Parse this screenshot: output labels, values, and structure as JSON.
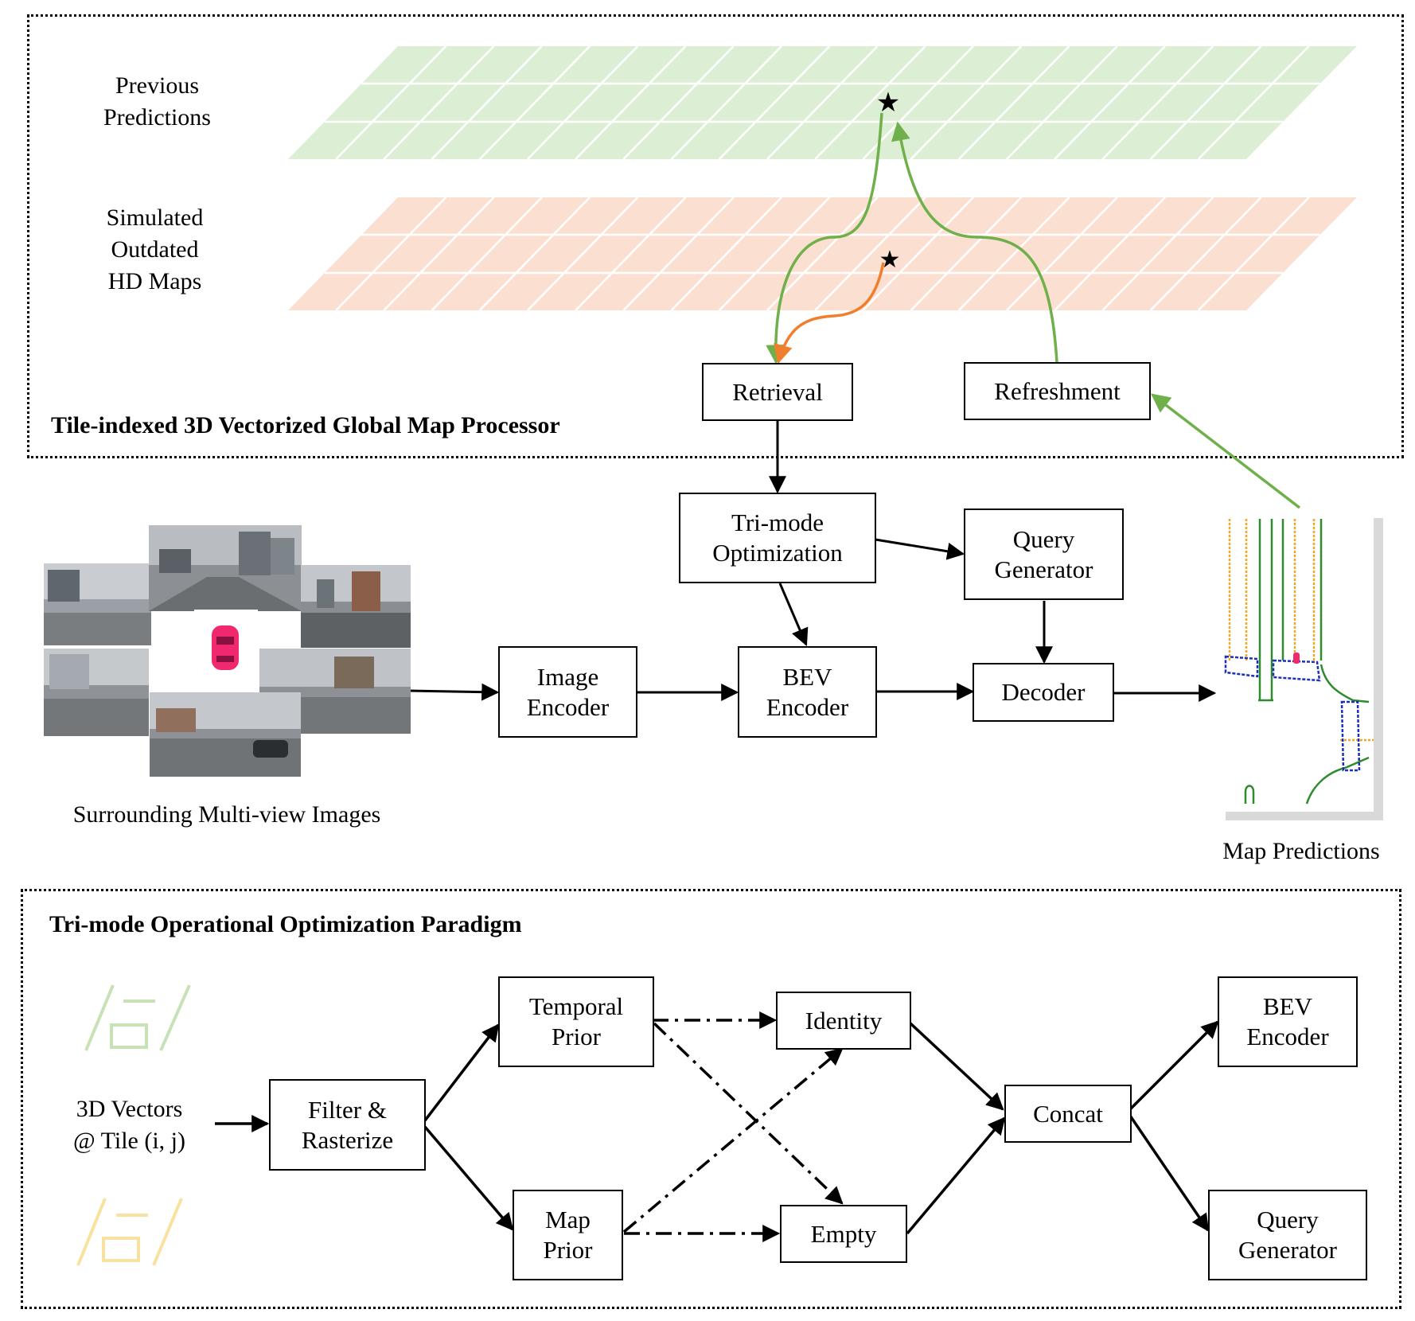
{
  "top_section": {
    "title": "Tile-indexed 3D Vectorized Global Map Processor",
    "layer_previous_label": "Previous\nPredictions",
    "layer_outdated_label": "Simulated\nOutdated\nHD Maps",
    "retrieval_label": "Retrieval",
    "refreshment_label": "Refreshment",
    "colors": {
      "previous_layer": "#dcefd4",
      "outdated_layer": "#fbe0d2",
      "green_arrow": "#6fb04a",
      "orange_arrow": "#ef7f2c"
    }
  },
  "pipeline": {
    "images_caption": "Surrounding Multi-view Images",
    "tri_mode_label": "Tri-mode\nOptimization",
    "query_generator_label": "Query\nGenerator",
    "image_encoder_label": "Image\nEncoder",
    "bev_encoder_label": "BEV\nEncoder",
    "decoder_label": "Decoder",
    "map_predictions_caption": "Map Predictions",
    "colors": {
      "ego_car": "#f0286e",
      "lane_orange": "#f5a623",
      "lane_green": "#2e8b2e",
      "lane_blue": "#1c2fb8"
    }
  },
  "bottom_section": {
    "title": "Tri-mode Operational Optimization Paradigm",
    "vectors_label": "3D Vectors\n@ Tile (i, j)",
    "filter_label": "Filter &\nRasterize",
    "temporal_prior_label": "Temporal\nPrior",
    "map_prior_label": "Map\nPrior",
    "identity_label": "Identity",
    "empty_label": "Empty",
    "concat_label": "Concat",
    "bev_encoder_label": "BEV\nEncoder",
    "query_generator_label": "Query\nGenerator",
    "colors": {
      "vector_green": "#c8e2b8",
      "vector_yellow": "#f8e2a0"
    }
  }
}
